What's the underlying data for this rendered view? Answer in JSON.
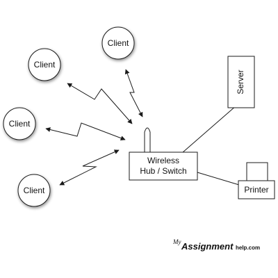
{
  "nodes": {
    "client_1": "Client",
    "client_2": "Client",
    "client_3": "Client",
    "client_4": "Client",
    "hub_line_1": "Wireless",
    "hub_line_2": "Hub / Switch",
    "server": "Server",
    "printer": "Printer"
  },
  "watermark": {
    "prefix": "My",
    "main": "Assignment",
    "tail": "help.com"
  }
}
